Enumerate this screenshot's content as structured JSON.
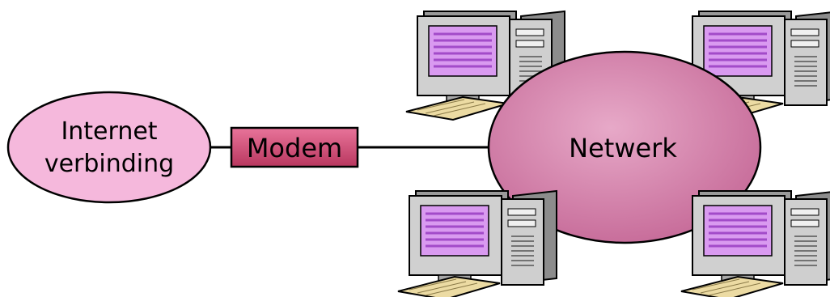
{
  "diagram": {
    "internet": {
      "line1": "Internet",
      "line2": "verbinding"
    },
    "modem": {
      "label": "Modem"
    },
    "network": {
      "label": "Netwerk"
    }
  },
  "colors": {
    "internet_fill": "#f5b8dc",
    "modem_fill": "#d84a78",
    "network_fill": "#d27fa8",
    "screen": "#d99af0",
    "screen_lines": "#a24bc9",
    "case": "#c9c9c9",
    "case_shadow": "#8a8a8a",
    "keyboard": "#ecdba3"
  }
}
